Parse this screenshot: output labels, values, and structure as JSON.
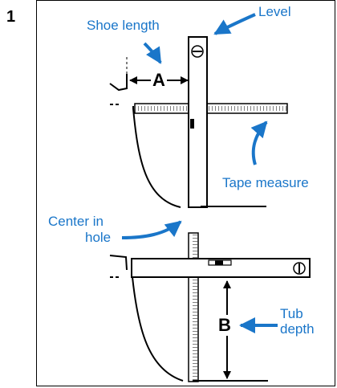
{
  "step_number": "1",
  "labels": {
    "shoe_length": "Shoe length",
    "level": "Level",
    "tape_measure": "Tape measure",
    "center_in_hole_line1": "Center in",
    "center_in_hole_line2": "hole",
    "tub_depth_line1": "Tub",
    "tub_depth_line2": "depth"
  },
  "dimension_letters": {
    "a": "A",
    "b": "B"
  },
  "colors": {
    "annotation": "#1a76c9",
    "line": "#000000",
    "background": "#ffffff"
  }
}
